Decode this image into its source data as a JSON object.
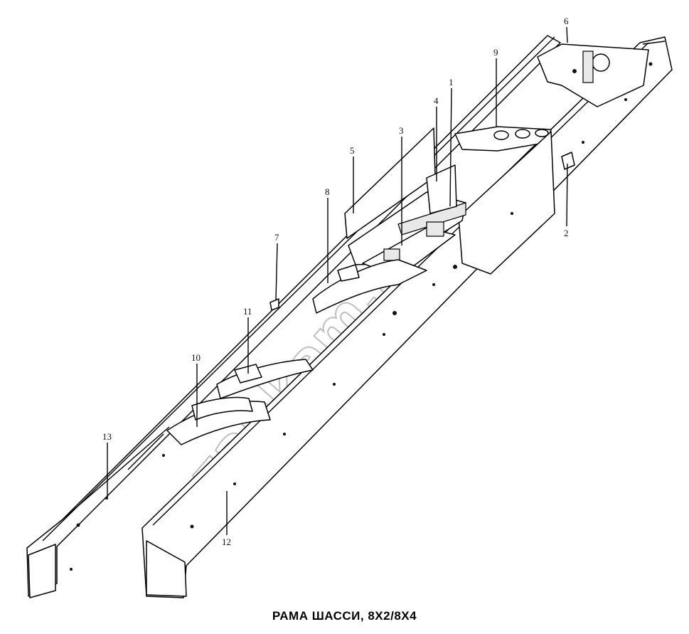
{
  "caption": "РАМА ШАССИ, 8Х2/8Х4",
  "watermark": "zapkam.ru",
  "callouts": {
    "c1": "1",
    "c2": "2",
    "c3": "3",
    "c4": "4",
    "c5": "5",
    "c6": "6",
    "c7": "7",
    "c8": "8",
    "c9": "9",
    "c10": "10",
    "c11": "11",
    "c12": "12",
    "c13": "13"
  }
}
